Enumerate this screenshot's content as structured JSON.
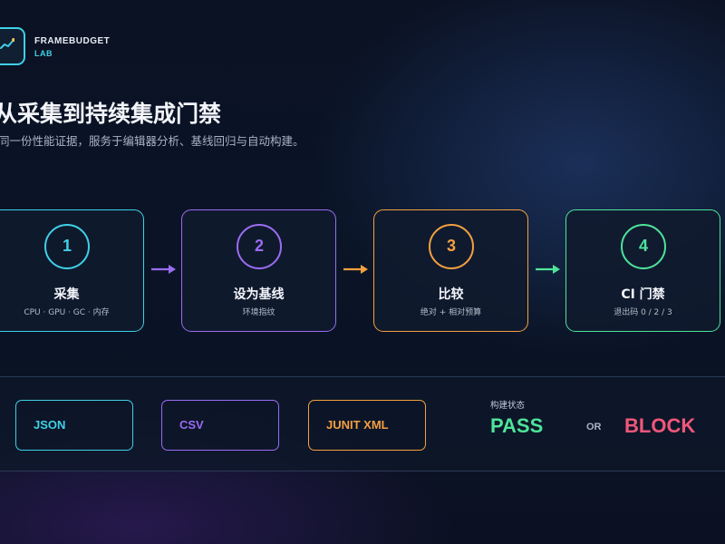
{
  "brand": {
    "name": "FRAMEBUDGET",
    "sub": "LAB",
    "icon": "trend-chart-icon"
  },
  "header": {
    "title": "从采集到持续集成门禁",
    "subtitle": "同一份性能证据，服务于编辑器分析、基线回归与自动构建。"
  },
  "steps": [
    {
      "num": "1",
      "name": "采集",
      "desc": "CPU · GPU · GC · 内存",
      "color": "#3fd0e6"
    },
    {
      "num": "2",
      "name": "设为基线",
      "desc": "环境指纹",
      "color": "#9a6cf2"
    },
    {
      "num": "3",
      "name": "比较",
      "desc": "绝对 + 相对预算",
      "color": "#f4a040"
    },
    {
      "num": "4",
      "name": "CI 门禁",
      "desc": "退出码 0 / 2 / 3",
      "color": "#4ee39a"
    }
  ],
  "formats": [
    {
      "label": "JSON",
      "color": "#3fd0e6"
    },
    {
      "label": "CSV",
      "color": "#9a6cf2"
    },
    {
      "label": "JUNIT XML",
      "color": "#f4a040"
    }
  ],
  "build_status": {
    "label": "构建状态",
    "pass": "PASS",
    "or": "OR",
    "block": "BLOCK"
  }
}
